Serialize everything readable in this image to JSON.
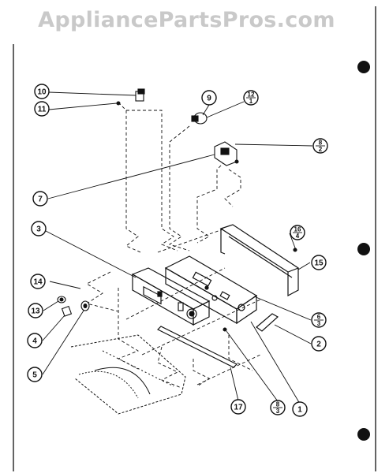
{
  "watermark": "AppliancePartsPros.com",
  "callouts": [
    {
      "id": "c10",
      "label": "10"
    },
    {
      "id": "c11",
      "label": "11"
    },
    {
      "id": "c9",
      "label": "9"
    },
    {
      "id": "c12",
      "top": "12",
      "bottom": "1"
    },
    {
      "id": "c8a",
      "top": "8",
      "bottom": "2"
    },
    {
      "id": "c7",
      "label": "7"
    },
    {
      "id": "c3",
      "label": "3"
    },
    {
      "id": "c16",
      "top": "16",
      "bottom": "4"
    },
    {
      "id": "c15",
      "label": "15"
    },
    {
      "id": "c14",
      "label": "14"
    },
    {
      "id": "c13",
      "label": "13"
    },
    {
      "id": "c6",
      "top": "6",
      "bottom": "3"
    },
    {
      "id": "c4",
      "label": "4"
    },
    {
      "id": "c2",
      "label": "2"
    },
    {
      "id": "c5",
      "label": "5"
    },
    {
      "id": "c17",
      "label": "17"
    },
    {
      "id": "c8b",
      "top": "8",
      "bottom": "3"
    },
    {
      "id": "c1",
      "label": "1"
    }
  ],
  "colors": {
    "ink": "#111111",
    "watermark": "#c9c9c9",
    "paper": "#ffffff"
  }
}
